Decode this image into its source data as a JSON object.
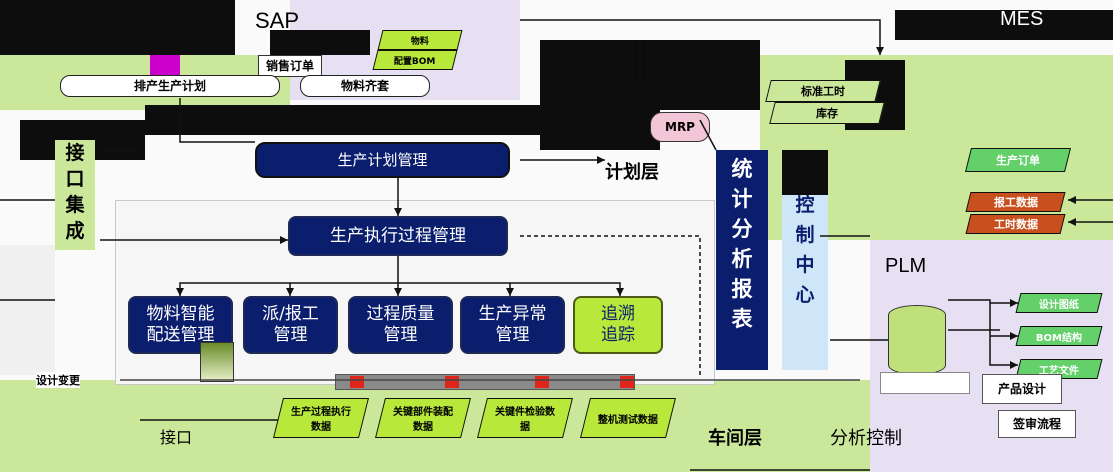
{
  "systems": {
    "sap": "SAP",
    "mes": "MES",
    "plm": "PLM"
  },
  "sap": {
    "sales_order": "销售订单",
    "stack_top": "物料",
    "stack_bottom": "配置BOM",
    "banner_left": "排产生产计划",
    "banner_right": "物料齐套"
  },
  "plan_layer": {
    "mrp": "MRP",
    "production_plan_mgmt": "生产计划管理",
    "layer_label": "计划层"
  },
  "mes_stack": [
    "标准工时",
    "库存"
  ],
  "mes_parallelogram": "生产订单",
  "reports": [
    "报工数据",
    "工时数据"
  ],
  "center": {
    "execution_mgmt": "生产执行过程管理"
  },
  "modules": [
    "物料智能配送管理",
    "派/报工管理",
    "过程质量管理",
    "生产异常管理",
    "追溯追踪"
  ],
  "interface_integration": [
    "接",
    "口",
    "集",
    "成"
  ],
  "stats_report": [
    "统",
    "计",
    "分",
    "析",
    "报",
    "表"
  ],
  "control_center": [
    "控",
    "制",
    "中",
    "心"
  ],
  "data_items": [
    "生产过程执行数据",
    "关键部件装配数据",
    "关键件检验数据",
    "整机测试数据"
  ],
  "labels": {
    "interface": "接口",
    "design_change": "设计变更",
    "workshop_layer": "车间层",
    "analysis_control": "分析控制"
  },
  "plm": {
    "items": [
      "设计图纸",
      "BOM结构",
      "工艺文件"
    ],
    "product_design": "产品设计",
    "review_process": "签审流程"
  },
  "colors": {
    "navy": "#0b1e6e",
    "lime": "#b7e83a",
    "green_bg": "#cbe89a",
    "lilac_bg": "#e7e0f2",
    "orange": "#c8501e",
    "red": "#e0261b"
  }
}
